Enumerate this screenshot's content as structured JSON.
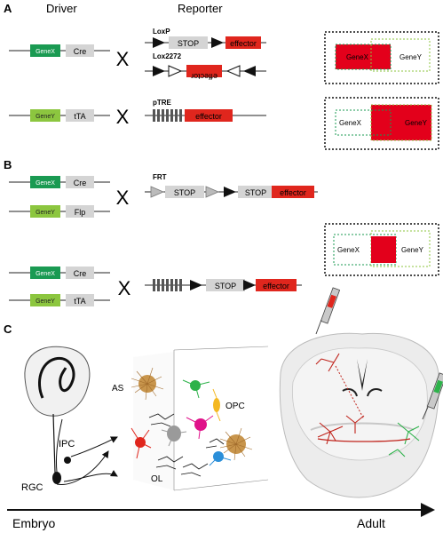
{
  "panels": {
    "a": "A",
    "b": "B",
    "c": "C"
  },
  "headers": {
    "driver": "Driver",
    "reporter": "Reporter"
  },
  "genes": {
    "genex": "GeneX",
    "geney": "GeneY",
    "cre": "Cre",
    "tta": "tTA",
    "flp": "Flp"
  },
  "elements": {
    "loxp": "LoxP",
    "lox2272": "Lox2272",
    "ptre": "pTRE",
    "frt": "FRT",
    "stop": "STOP",
    "effector": "effector",
    "cross": "X"
  },
  "cell_labels": {
    "as": "AS",
    "opc": "OPC",
    "ol": "OL",
    "ipc": "IPC",
    "rgc": "RGC"
  },
  "timeline": {
    "start": "Embryo",
    "end": "Adult"
  },
  "colors": {
    "genex": "#1a9a52",
    "geney": "#8cc63f",
    "effector": "#e0261d",
    "gray_box": "#d4d4d4",
    "venn_fill": "#e3001b"
  }
}
